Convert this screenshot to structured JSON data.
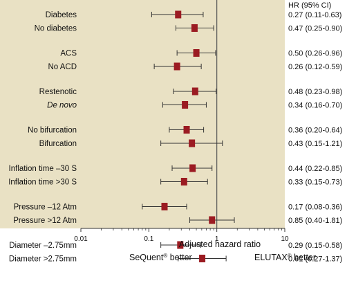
{
  "colors": {
    "panel_bg": "#e9e1c4",
    "marker": "#9b1b22",
    "line": "#333333",
    "ref_line": "#555555"
  },
  "chart_data": {
    "type": "forest",
    "x_scale": "log",
    "xlim": [
      0.01,
      10
    ],
    "reference_value": 1,
    "xticks": [
      "0.01",
      "0.1",
      "1",
      "10"
    ],
    "xlabel": "Adjusted hazard ratio",
    "left_footer": "SeQuent® better",
    "right_footer": "ELUTAX® better",
    "estimate_header": "HR (95% CI)",
    "rows": [
      {
        "label": "Diabetes",
        "hr": 0.27,
        "lo": 0.11,
        "hi": 0.63,
        "ci_text": "0.27 (0.11-0.63)",
        "italic": false,
        "group": 0
      },
      {
        "label": "No diabetes",
        "hr": 0.47,
        "lo": 0.25,
        "hi": 0.9,
        "ci_text": "0.47 (0.25-0.90)",
        "italic": false,
        "group": 0
      },
      {
        "label": "ACS",
        "hr": 0.5,
        "lo": 0.26,
        "hi": 0.96,
        "ci_text": "0.50 (0.26-0.96)",
        "italic": false,
        "group": 1
      },
      {
        "label": "No ACD",
        "hr": 0.26,
        "lo": 0.12,
        "hi": 0.59,
        "ci_text": "0.26 (0.12-0.59)",
        "italic": false,
        "group": 1
      },
      {
        "label": "Restenotic",
        "hr": 0.48,
        "lo": 0.23,
        "hi": 0.98,
        "ci_text": "0.48 (0.23-0.98)",
        "italic": false,
        "group": 2
      },
      {
        "label": "De novo",
        "hr": 0.34,
        "lo": 0.16,
        "hi": 0.7,
        "ci_text": "0.34 (0.16-0.70)",
        "italic": true,
        "group": 2
      },
      {
        "label": "No bifurcation",
        "hr": 0.36,
        "lo": 0.2,
        "hi": 0.64,
        "ci_text": "0.36 (0.20-0.64)",
        "italic": false,
        "group": 3
      },
      {
        "label": "Bifurcation",
        "hr": 0.43,
        "lo": 0.15,
        "hi": 1.21,
        "ci_text": "0.43 (0.15-1.21)",
        "italic": false,
        "group": 3
      },
      {
        "label": "Inflation time –30 S",
        "hr": 0.44,
        "lo": 0.22,
        "hi": 0.85,
        "ci_text": "0.44 (0.22-0.85)",
        "italic": false,
        "group": 4
      },
      {
        "label": "Inflation time >30 S",
        "hr": 0.33,
        "lo": 0.15,
        "hi": 0.73,
        "ci_text": "0.33 (0.15-0.73)",
        "italic": false,
        "group": 4
      },
      {
        "label": "Pressure –12 Atm",
        "hr": 0.17,
        "lo": 0.08,
        "hi": 0.36,
        "ci_text": "0.17 (0.08-0.36)",
        "italic": false,
        "group": 5
      },
      {
        "label": "Pressure >12 Atm",
        "hr": 0.85,
        "lo": 0.4,
        "hi": 1.81,
        "ci_text": "0.85 (0.40-1.81)",
        "italic": false,
        "group": 5
      },
      {
        "label": "Diameter –2.75mm",
        "hr": 0.29,
        "lo": 0.15,
        "hi": 0.58,
        "ci_text": "0.29 (0.15-0.58)",
        "italic": false,
        "group": 6
      },
      {
        "label": "Diameter >2.75mm",
        "hr": 0.61,
        "lo": 0.27,
        "hi": 1.37,
        "ci_text": "0.61 (0.27-1.37)",
        "italic": false,
        "group": 6
      }
    ]
  }
}
